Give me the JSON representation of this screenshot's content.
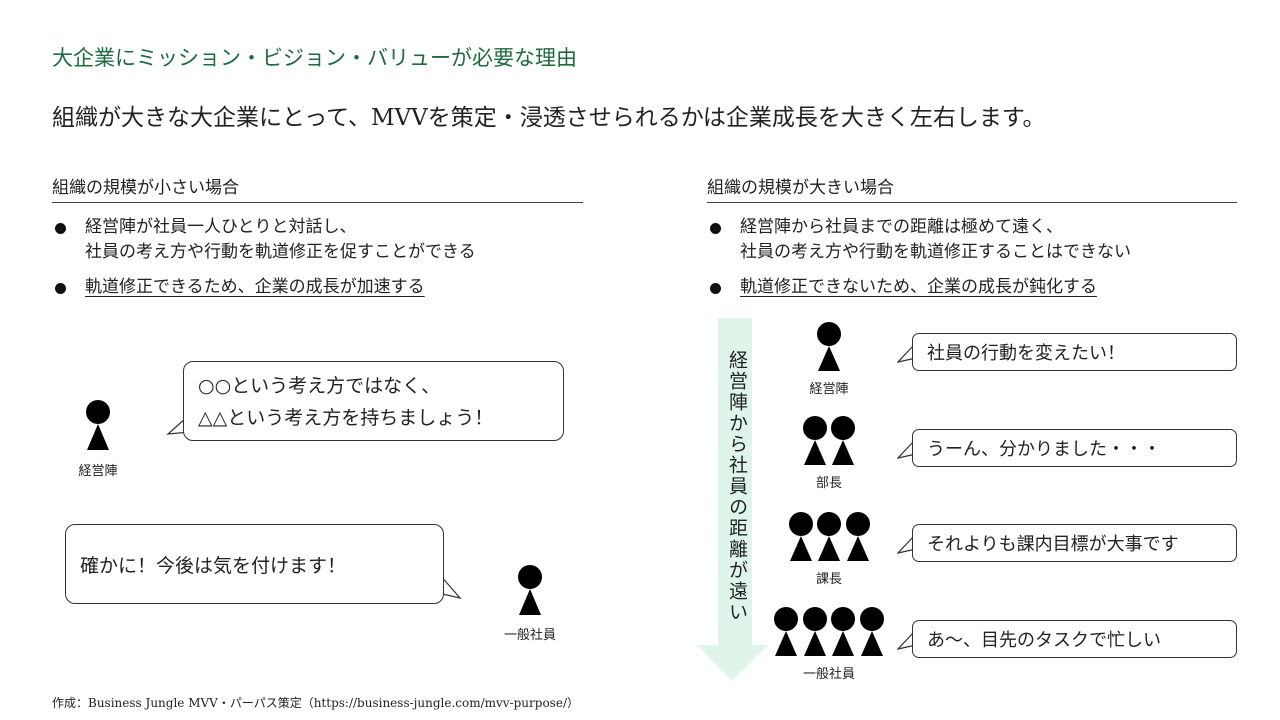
{
  "title": "大企業にミッション・ビジョン・バリューが必要な理由",
  "subtitle": "組織が大きな大企業にとって、MVVを策定・浸透させられるかは企業成長を大きく左右します。",
  "left": {
    "heading": "組織の規模が小さい場合",
    "bullets": [
      "経営陣が社員一人ひとりと対話し、",
      "社員の考え方や行動を軌道修正を促すことができる",
      "軌道修正できるため、企業の成長が加速する"
    ],
    "exec_label": "経営陣",
    "exec_speech": [
      "○○という考え方ではなく、",
      "△△という考え方を持ちましょう！"
    ],
    "staff_label": "一般社員",
    "staff_speech": "確かに！今後は気を付けます！"
  },
  "right": {
    "heading": "組織の規模が大きい場合",
    "bullets": [
      "経営陣から社員までの距離は極めて遠く、",
      "社員の考え方や行動を軌道修正することはできない",
      "軌道修正できないため、企業の成長が鈍化する"
    ],
    "arrow_text": "経営陣から社員の距離が遠い",
    "levels": [
      {
        "label": "経営陣",
        "count": 1,
        "speech": "社員の行動を変えたい！"
      },
      {
        "label": "部長",
        "count": 2,
        "speech": "うーん、分かりました・・・"
      },
      {
        "label": "課長",
        "count": 3,
        "speech": "それよりも課内目標が大事です"
      },
      {
        "label": "一般社員",
        "count": 4,
        "speech": "あ～、目先のタスクで忙しい"
      }
    ]
  },
  "footer": "作成：Business Jungle MVV・パーパス策定（https://business-jungle.com/mvv-purpose/）",
  "colors": {
    "title": "#1f6b40",
    "arrow": "#dff5ea"
  }
}
